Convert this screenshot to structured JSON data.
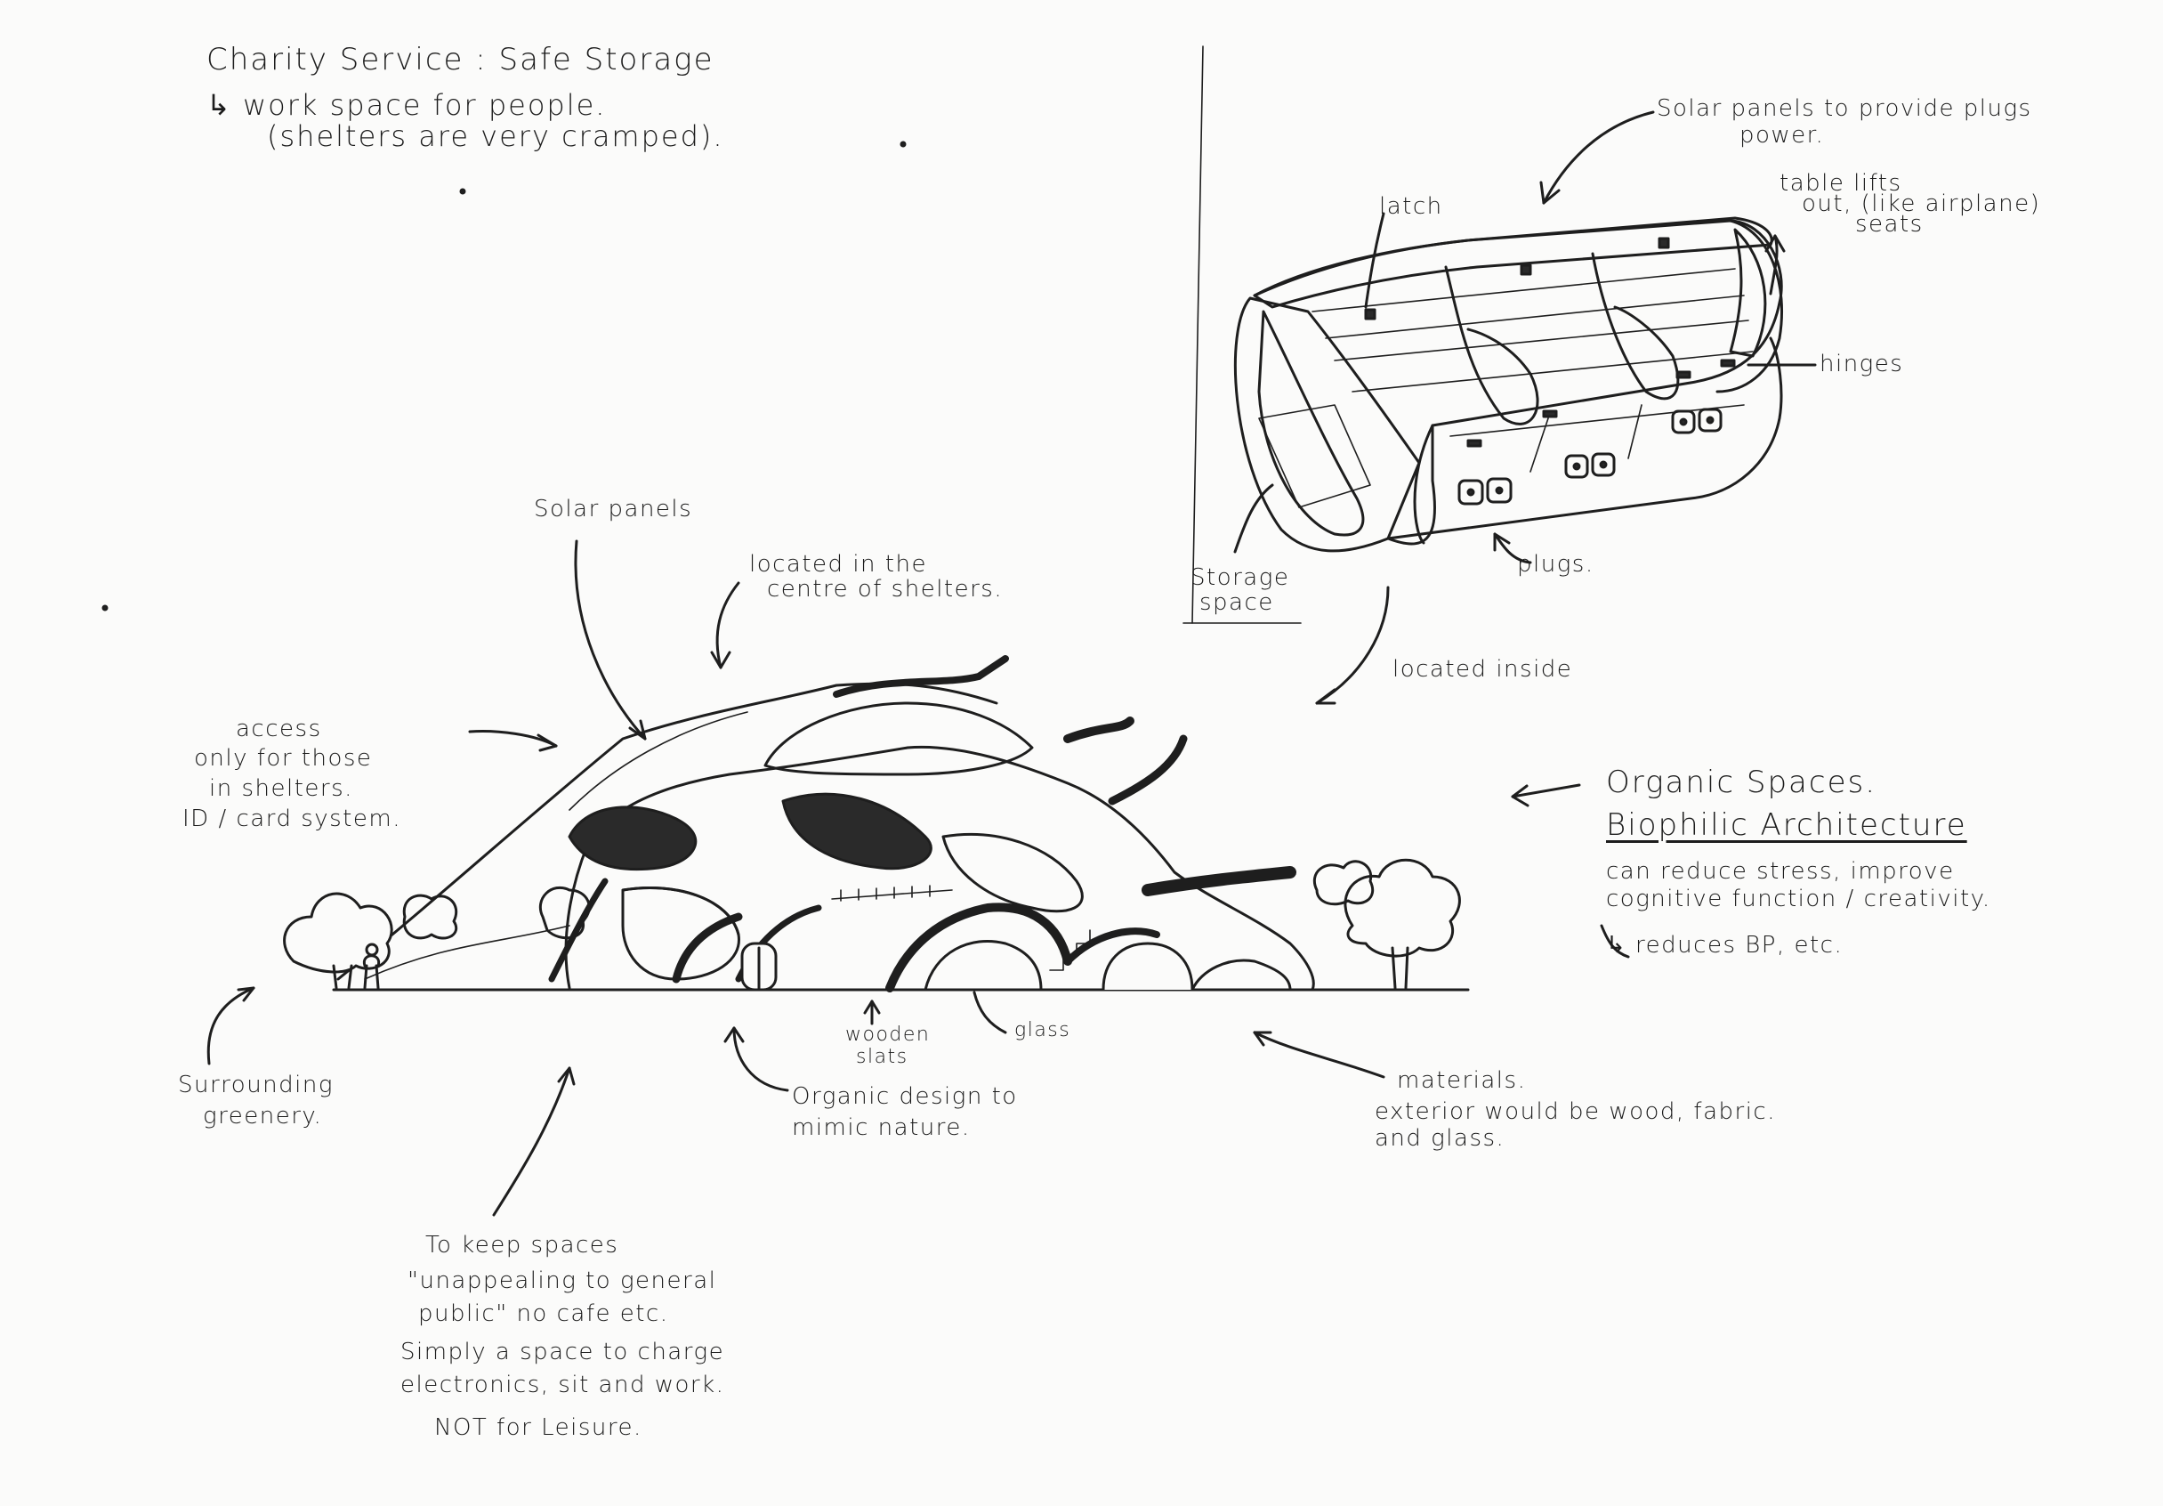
{
  "header": {
    "title": "Charity Service : Safe Storage",
    "line2": "↳ work space for people.",
    "line3": "(shelters are very cramped)."
  },
  "storage_unit": {
    "solar": [
      "Solar panels to provide plugs",
      "power."
    ],
    "latch": "latch",
    "table": [
      "table lifts",
      "out, (like airplane)",
      "seats"
    ],
    "hinges": "hinges",
    "storage": [
      "Storage",
      "space"
    ],
    "plugs": "plugs.",
    "located_inside": "located inside"
  },
  "building": {
    "solar_panels": "Solar panels",
    "located": [
      "located in the",
      "centre of shelters."
    ],
    "access": [
      "access",
      "only for those",
      "in shelters.",
      "ID / card system."
    ],
    "organic": {
      "title": "Organic Spaces.",
      "subtitle": "Biophilic Architecture",
      "body": [
        "can reduce stress, improve",
        "cognitive function / creativity."
      ],
      "bp": "↳ reduces BP, etc."
    },
    "greenery": [
      "Surrounding",
      "greenery."
    ],
    "wooden": [
      "wooden",
      "slats"
    ],
    "glass": "glass",
    "organic_design": [
      "Organic design to",
      "mimic nature."
    ],
    "materials": [
      "materials.",
      "exterior would be wood, fabric.",
      "and glass."
    ]
  },
  "footer": {
    "lines": [
      "To keep spaces",
      "\"unappealing to general",
      "public\" no cafe etc.",
      "Simply a space to charge",
      "electronics, sit and work.",
      "NOT for Leisure."
    ]
  }
}
